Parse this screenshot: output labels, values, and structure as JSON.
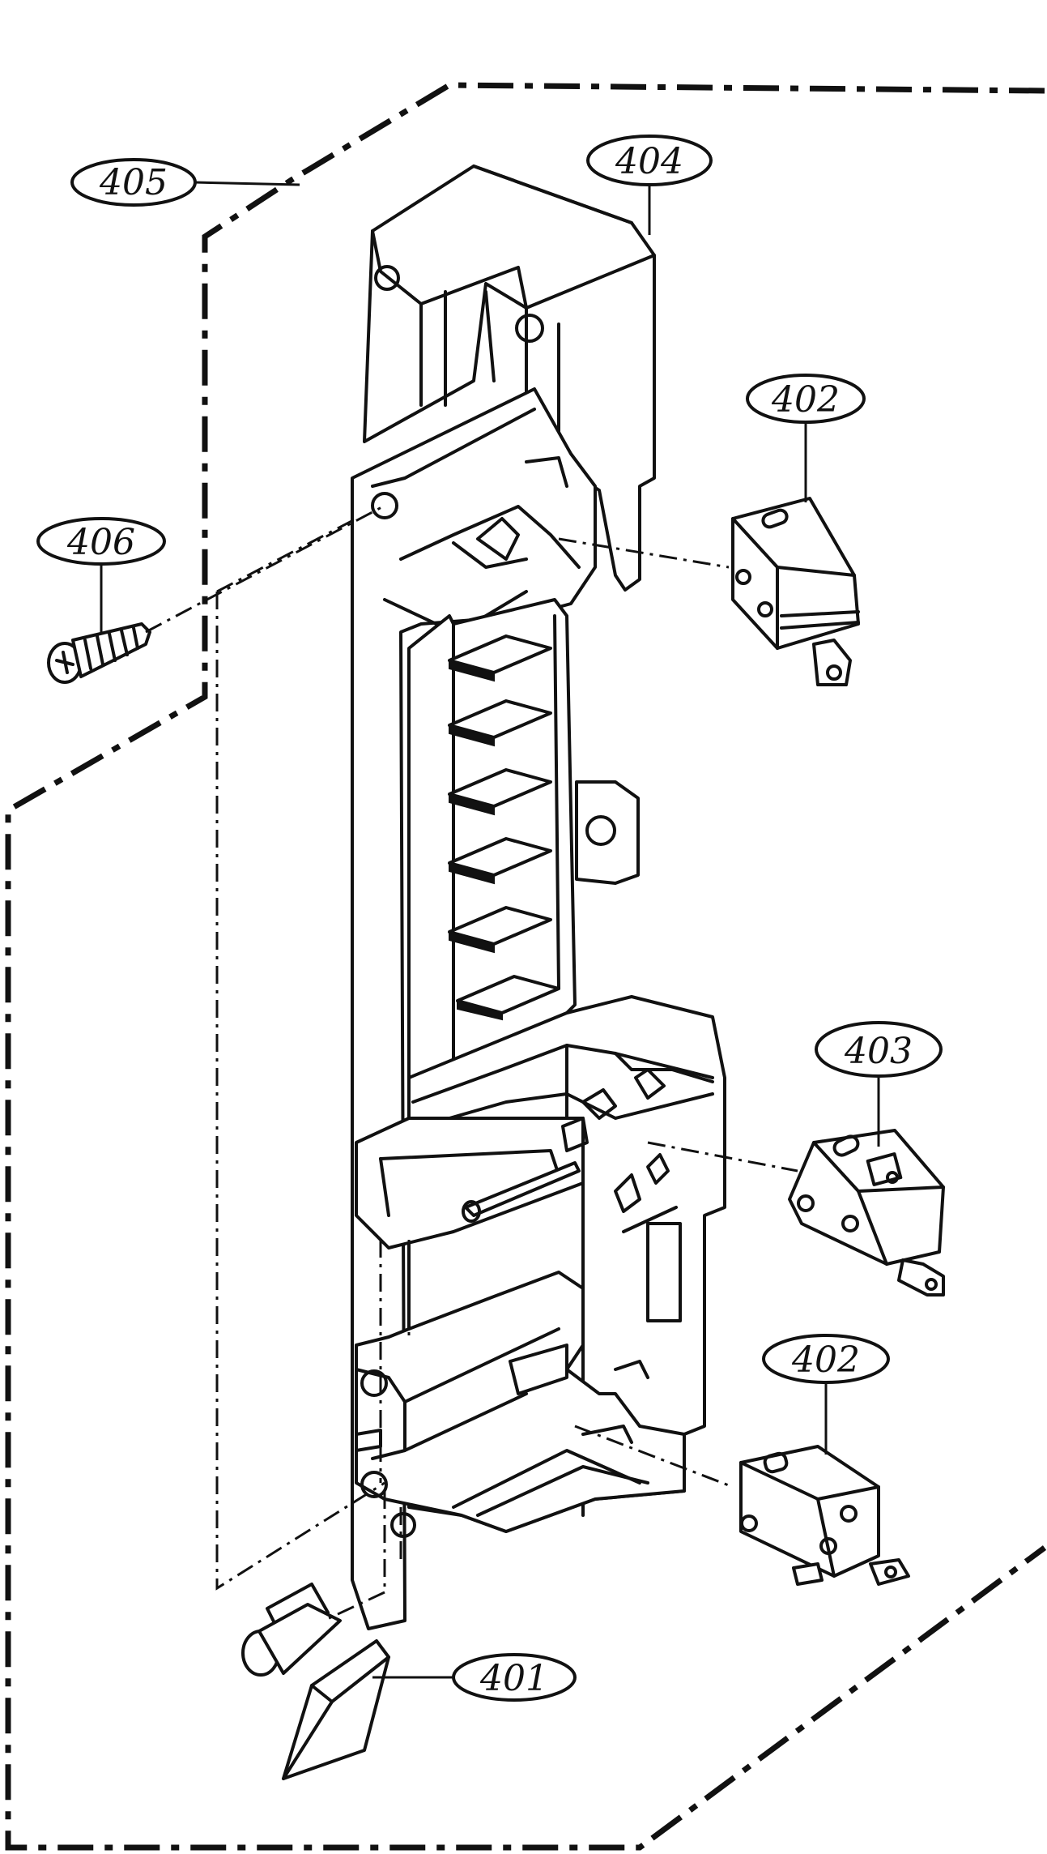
{
  "callouts": {
    "c401": "401",
    "c402a": "402",
    "c402b": "402",
    "c403": "403",
    "c404": "404",
    "c405": "405",
    "c406": "406"
  }
}
